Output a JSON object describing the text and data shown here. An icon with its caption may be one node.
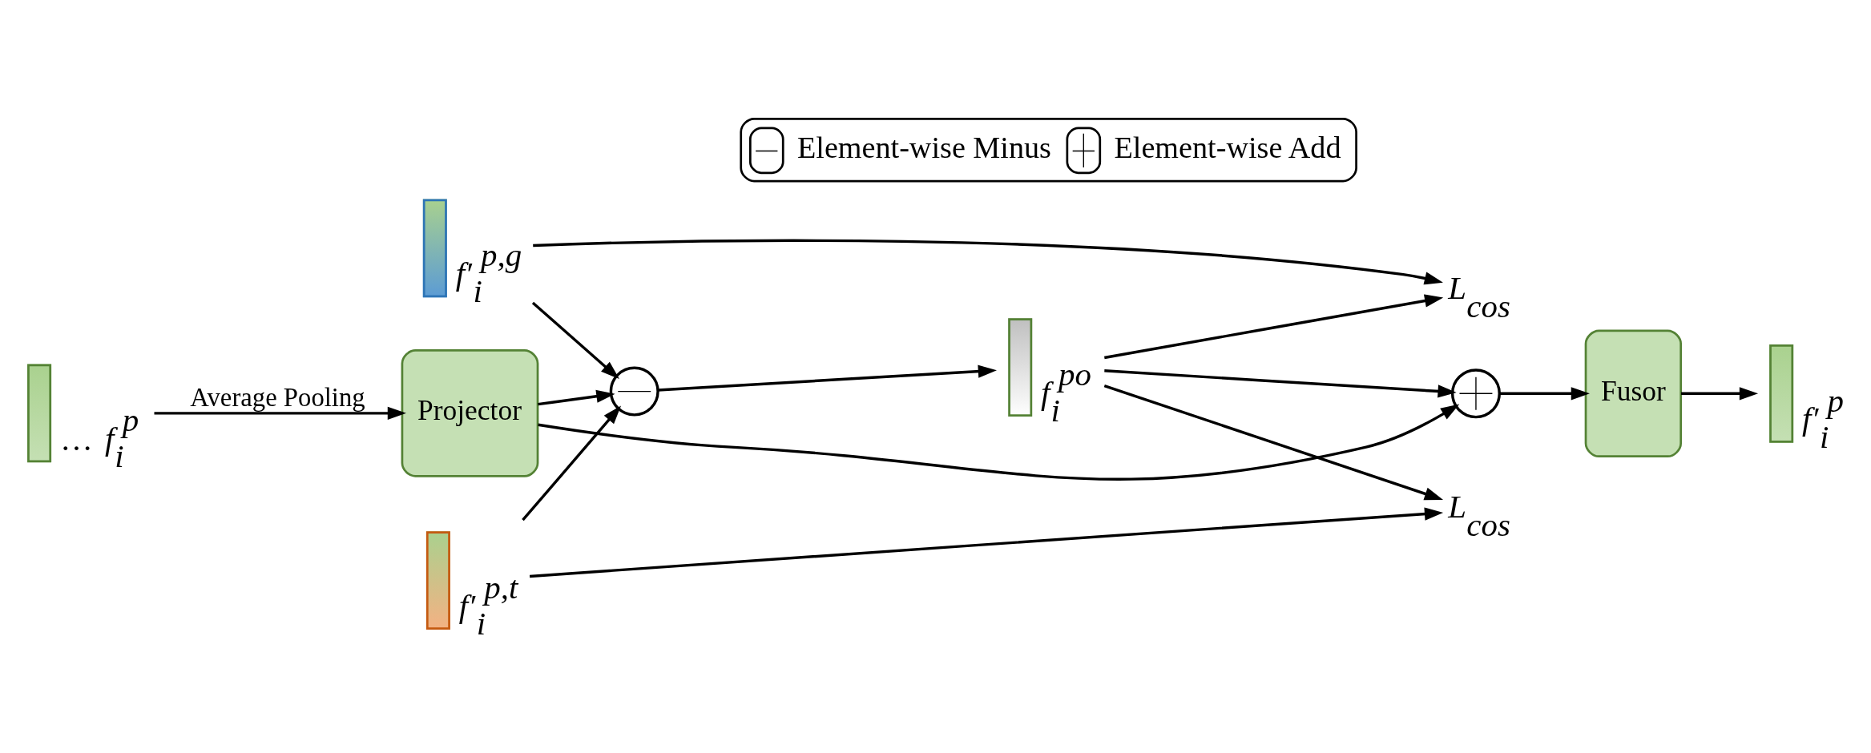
{
  "diagram": {
    "nodes": [
      {
        "text": [],
        "shape": "bar",
        "beside": [
          "…",
          "f$_{i}$$^{p}$"
        ]
      },
      {
        "text": [
          "Projector"
        ]
      },
      {
        "text": [],
        "shape": "circle"
      },
      {
        "text": [],
        "shape": "bar",
        "beside": [
          "f′$_{i}$$^{p,g}$"
        ]
      },
      {
        "text": [],
        "shape": "bar",
        "beside": [
          "f′$_{i}$$^{p,t}$"
        ]
      },
      {
        "text": [],
        "shape": "bar",
        "beside": [
          "f$_{i}$$^{po}$"
        ]
      },
      {
        "text": [
          "L$_{cos}$"
        ]
      },
      {
        "text": [
          "L$_{cos}$"
        ]
      },
      {
        "text": [],
        "shape": "circle"
      },
      {
        "text": [
          "Fusor"
        ]
      },
      {
        "text": [],
        "shape": "bar",
        "beside": [
          "f′$_{i}$$^{p}$"
        ]
      }
    ],
    "edges": [
      {
        "from": 0,
        "to": 1,
        "arrow": "to",
        "label": "Average Pooling"
      },
      {
        "from": 1,
        "to": 2,
        "arrow": "to"
      },
      {
        "from": 1,
        "to": 8,
        "arrow": "to"
      },
      {
        "from": 3,
        "to": 2,
        "arrow": "to"
      },
      {
        "from": 4,
        "to": 2,
        "arrow": "to"
      },
      {
        "from": 2,
        "to": 5,
        "arrow": "to"
      },
      {
        "from": 3,
        "to": 6,
        "arrow": "to"
      },
      {
        "from": 5,
        "to": 6,
        "arrow": "to"
      },
      {
        "from": 5,
        "to": 7,
        "arrow": "to"
      },
      {
        "from": 4,
        "to": 7,
        "arrow": "to"
      },
      {
        "from": 5,
        "to": 8,
        "arrow": "to"
      },
      {
        "from": 8,
        "to": 9,
        "arrow": "to"
      },
      {
        "from": 9,
        "to": 10,
        "arrow": "to"
      }
    ],
    "legend": [
      {
        "text": "Element-wise Minus"
      },
      {
        "text": "Element-wise Add"
      }
    ]
  }
}
